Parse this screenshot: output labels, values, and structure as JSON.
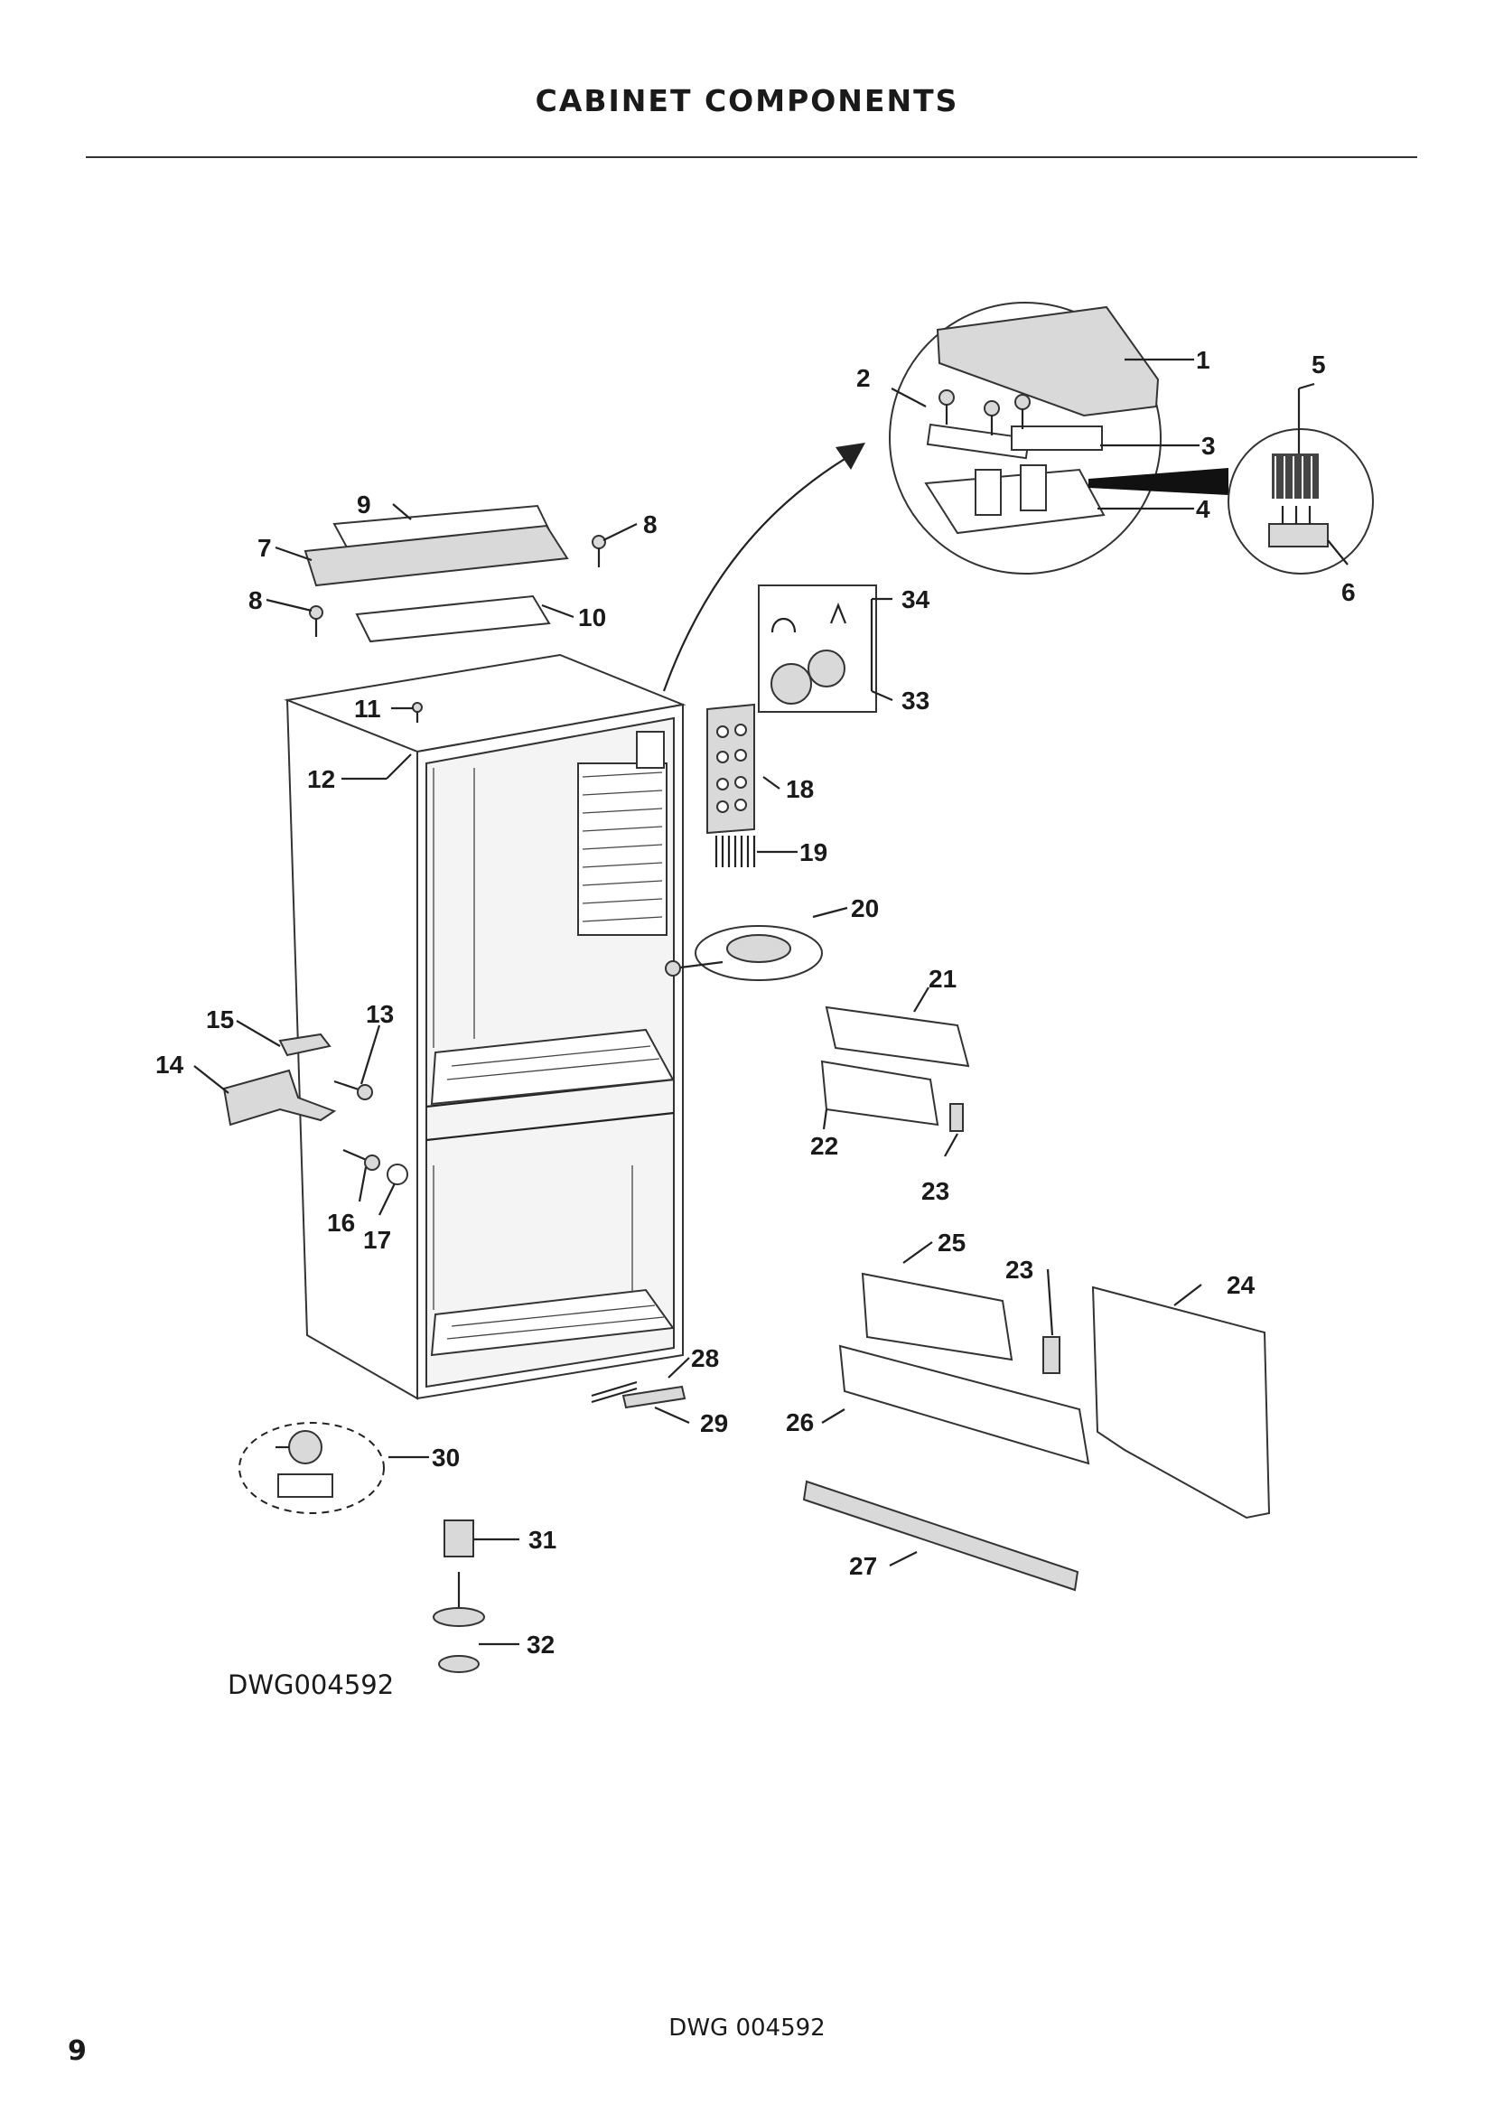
{
  "page": {
    "title": "CABINET COMPONENTS",
    "drawing_code": "DWG004592",
    "footer_code": "DWG 004592",
    "page_number": "9"
  },
  "callouts": {
    "c1": "1",
    "c2": "2",
    "c3": "3",
    "c4": "4",
    "c5": "5",
    "c6": "6",
    "c7": "7",
    "c8a": "8",
    "c8b": "8",
    "c9": "9",
    "c10": "10",
    "c11": "11",
    "c12": "12",
    "c13": "13",
    "c14": "14",
    "c15": "15",
    "c16": "16",
    "c17": "17",
    "c18": "18",
    "c19": "19",
    "c20": "20",
    "c21": "21",
    "c22": "22",
    "c23a": "23",
    "c23b": "23",
    "c24": "24",
    "c25": "25",
    "c26": "26",
    "c27": "27",
    "c28": "28",
    "c29": "29",
    "c30": "30",
    "c31": "31",
    "c32": "32",
    "c33": "33",
    "c34": "34"
  }
}
